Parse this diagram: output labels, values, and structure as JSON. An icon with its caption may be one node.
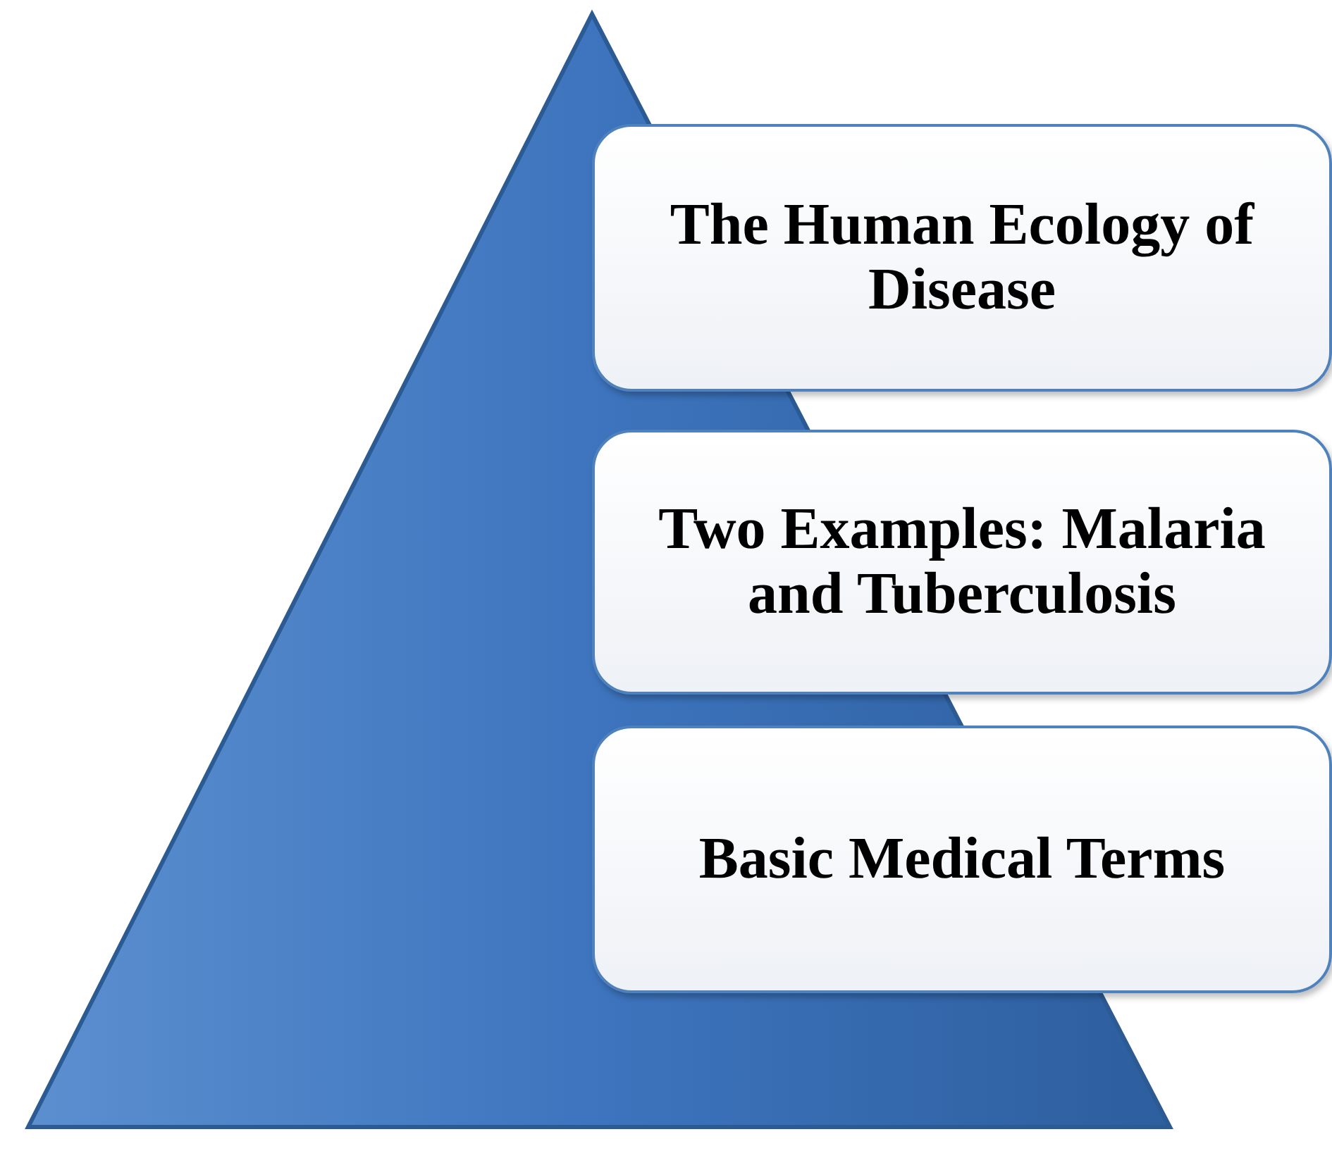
{
  "diagram": {
    "nodes": [
      {
        "text": [
          "The Human Ecology of Disease"
        ]
      },
      {
        "text": [
          "Two Examples: Malaria and Tuberculosis"
        ]
      },
      {
        "text": [
          "Basic Medical Terms"
        ]
      }
    ]
  }
}
